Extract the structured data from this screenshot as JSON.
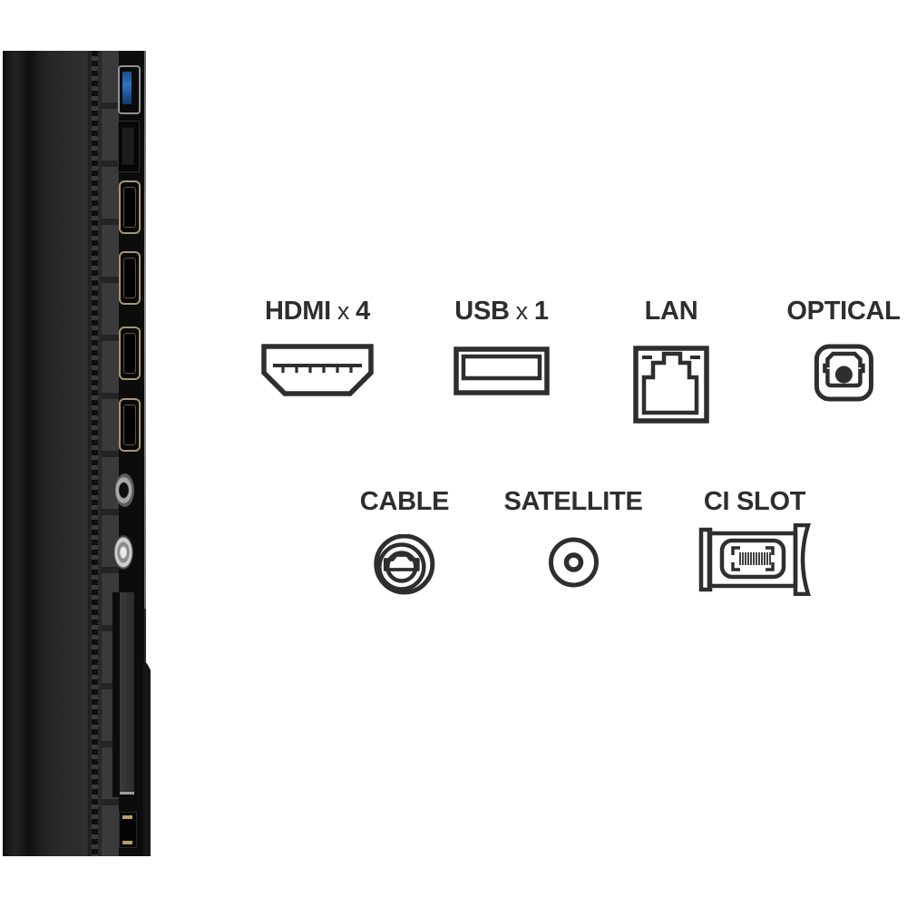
{
  "title": "TV side panel connection diagram",
  "colors": {
    "background": "#ffffff",
    "ink": "#2e2e2e",
    "panel_black": "#0c0c0c",
    "hdmi_bezel": "#a8976f",
    "usb_blue": "#2f74c4",
    "metal_silver": "#a8a8a8"
  },
  "device": {
    "name": "tv-side-panel",
    "visible_ports": [
      "usb-3.0-port",
      "lan-port",
      "hdmi-port-1",
      "hdmi-port-2",
      "hdmi-port-3",
      "hdmi-port-4",
      "av-round-jack",
      "satellite-round-jack",
      "ci-slot",
      "service-port"
    ]
  },
  "legend": {
    "row1": [
      {
        "label": "HDMI",
        "mult_x": "x",
        "mult_n": "4",
        "icon": "hdmi-connector-icon"
      },
      {
        "label": "USB",
        "mult_x": "x",
        "mult_n": "1",
        "icon": "usb-connector-icon"
      },
      {
        "label": "LAN",
        "icon": "lan-rj45-icon"
      },
      {
        "label": "OPTICAL",
        "icon": "optical-toslink-icon"
      }
    ],
    "row2": [
      {
        "label": "CABLE",
        "icon": "cable-coax-icon"
      },
      {
        "label": "SATELLITE",
        "icon": "satellite-f-connector-icon"
      },
      {
        "label": "CI SLOT",
        "icon": "ci-module-icon"
      }
    ]
  }
}
